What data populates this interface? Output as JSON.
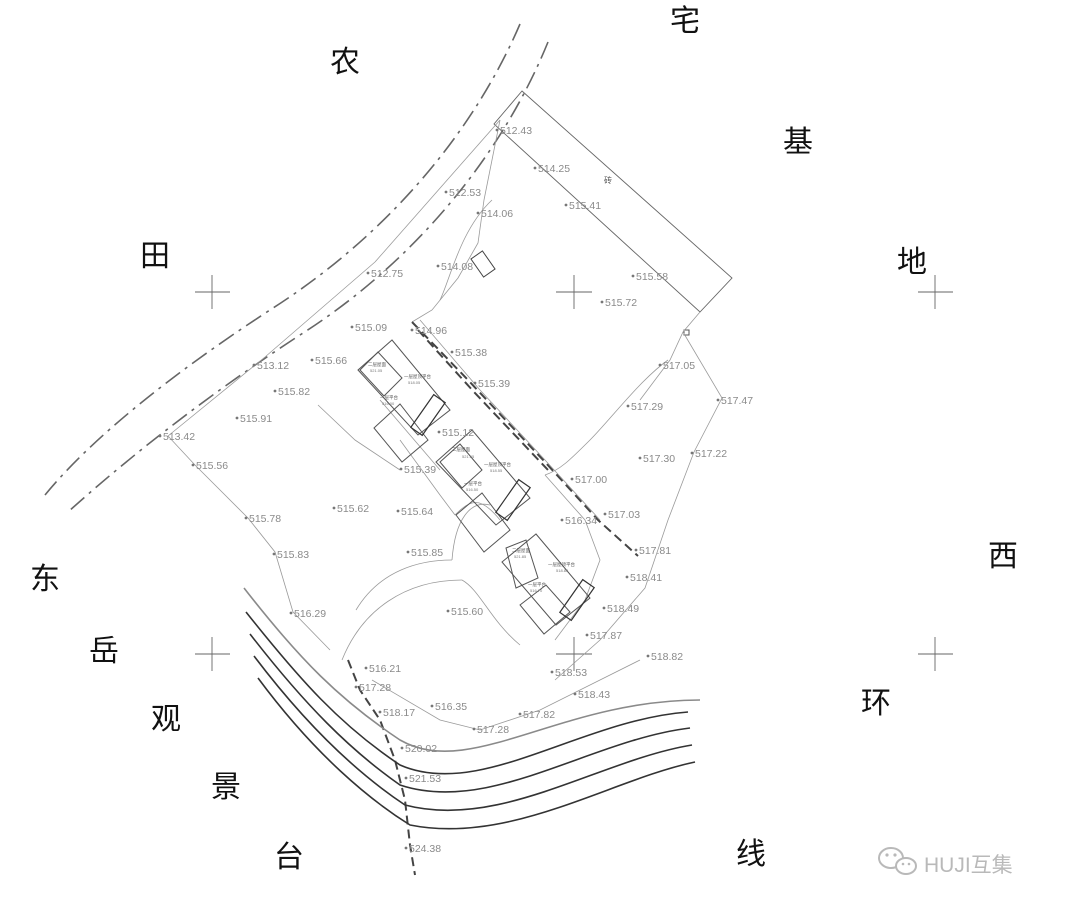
{
  "surroundings": {
    "farmland": [
      "农",
      "田"
    ],
    "homestead": [
      "宅",
      "基",
      "地"
    ],
    "dongyue_lookout": [
      "东",
      "岳",
      "观",
      "景",
      "台"
    ],
    "west_ring_line": [
      "西",
      "环",
      "线"
    ]
  },
  "plan_labels": {
    "strip_label": "砖",
    "unit_a": {
      "upper_floor": "二层屋面",
      "upper_elev": "521.05",
      "roof_deck": "一层屋顶平台",
      "deck_elev": "518.05",
      "ground_deck": "一层平台",
      "ground_elev": "516.00"
    },
    "unit_b": {
      "upper_floor": "二层屋面",
      "upper_elev": "521.55",
      "roof_deck": "一层屋顶平台",
      "deck_elev": "518.55",
      "ground_deck": "一层平台",
      "ground_elev": "516.50"
    },
    "unit_c": {
      "upper_floor": "二层屋面",
      "upper_elev": "521.85",
      "roof_deck": "一层屋顶平台",
      "deck_elev": "518.85",
      "ground_deck": "一层平台",
      "ground_elev": "516.70"
    }
  },
  "elevations": [
    "512.43",
    "514.25",
    "515.41",
    "512.53",
    "514.06",
    "514.08",
    "512.75",
    "515.58",
    "515.72",
    "515.09",
    "514.96",
    "515.38",
    "515.66",
    "515.39",
    "513.12",
    "515.82",
    "517.05",
    "517.29",
    "517.47",
    "515.91",
    "515.12",
    "513.42",
    "515.56",
    "517.30",
    "517.22",
    "515.39",
    "517.00",
    "515.62",
    "515.64",
    "515.78",
    "516.34",
    "517.03",
    "515.83",
    "515.85",
    "517.81",
    "518.41",
    "516.29",
    "515.60",
    "518.49",
    "517.87",
    "518.82",
    "516.21",
    "518.53",
    "517.28",
    "518.43",
    "516.35",
    "518.17",
    "517.82",
    "517.28",
    "520.02",
    "521.53",
    "524.38"
  ],
  "watermark": {
    "text": "HUJI互集",
    "icon": "wechat-icon"
  }
}
